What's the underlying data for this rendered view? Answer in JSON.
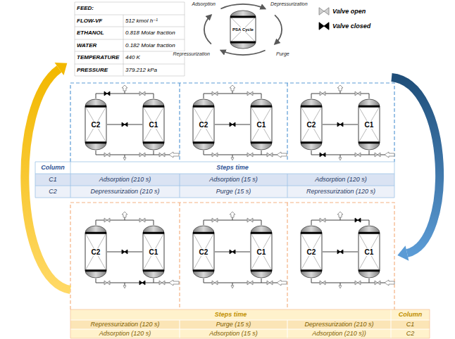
{
  "diagram": {
    "nodes": [
      {
        "text": [
          "PSA Cycle"
        ]
      },
      {
        "text": [
          "C2"
        ]
      },
      {
        "text": [
          "C1"
        ]
      },
      {
        "text": [
          "C2"
        ]
      },
      {
        "text": [
          "C1"
        ]
      },
      {
        "text": [
          "C2"
        ]
      },
      {
        "text": [
          "C1"
        ]
      },
      {
        "text": [
          "C2"
        ]
      },
      {
        "text": [
          "C1"
        ]
      },
      {
        "text": [
          "C2"
        ]
      },
      {
        "text": [
          "C1"
        ]
      },
      {
        "text": [
          "C2"
        ]
      },
      {
        "text": [
          "C1"
        ]
      }
    ],
    "labels": [
      "FEED:",
      "FLOW-VF",
      "512 kmol h⁻¹",
      "ETHANOL",
      "0.818 Molar fraction",
      "WATER",
      "0.182 Molar fraction",
      "TEMPERATURE",
      "440 K",
      "PRESSURE",
      "379.212 kPa",
      "Adsorption",
      "Depressurization",
      "Repressurization",
      "Purge",
      "Column",
      "Steps time",
      "C1",
      "Adsorption (210 s)",
      "Adsorption (15 s)",
      "Adsorption (120 s)",
      "C2",
      "Depressurization (210 s)",
      "Purge (15 s)",
      "Repressurization (120 s)",
      "Steps time",
      "Column",
      "Repressurization (120 s)",
      "Purge (15 s)",
      "Depressurization (210 s)",
      "C1",
      "Adsorption (120 s)",
      "Adsorption (15 s)",
      "Adsorption (210 s))",
      "C2"
    ],
    "legend": [
      {
        "text": "Valve open"
      },
      {
        "text": "Valve closed"
      }
    ]
  }
}
